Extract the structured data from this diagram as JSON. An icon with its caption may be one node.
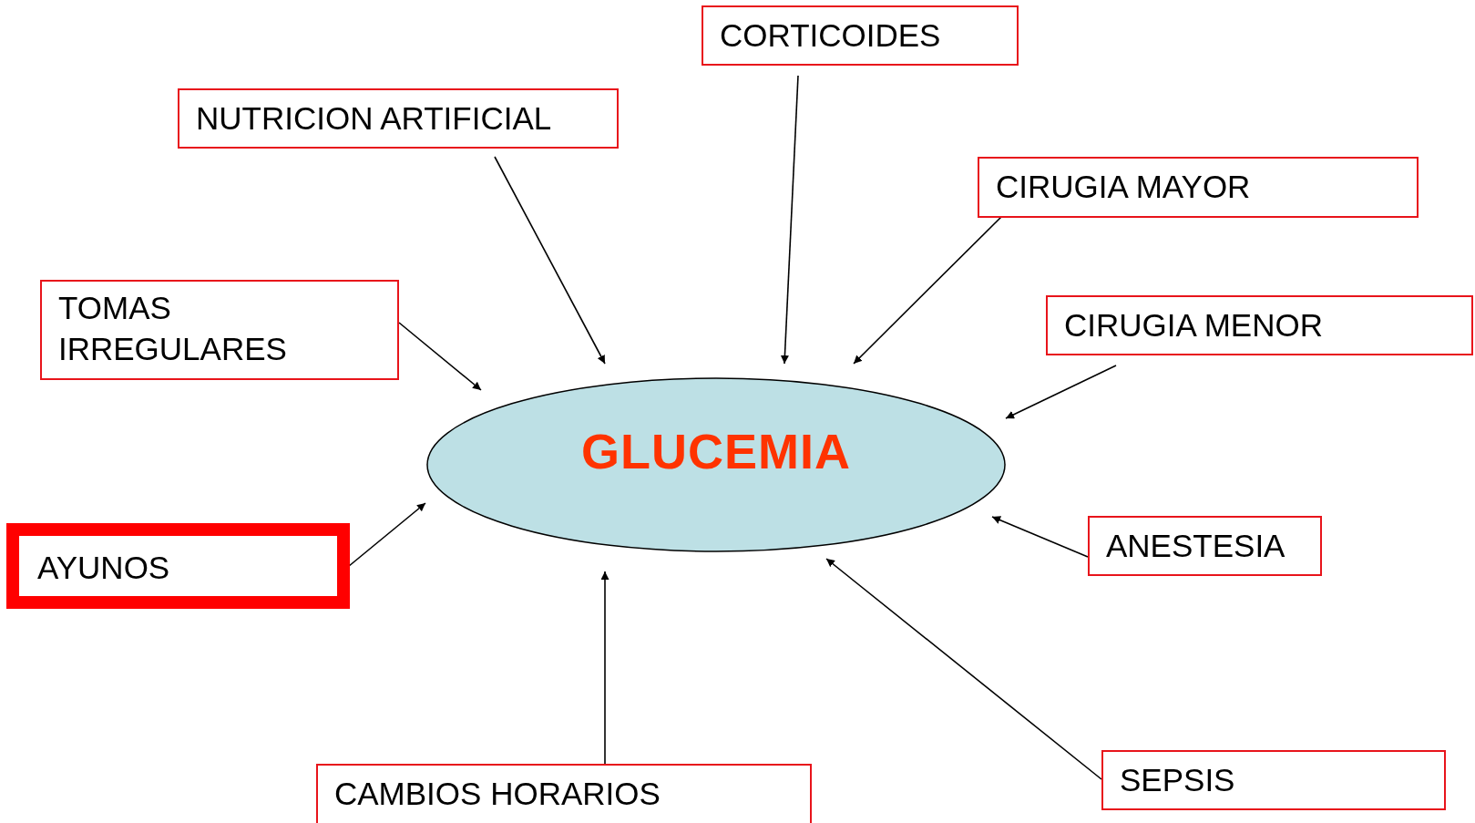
{
  "diagram": {
    "nodes": [
      {
        "text": [
          "CORTICOIDES"
        ]
      },
      {
        "text": [
          "NUTRICION ARTIFICIAL"
        ]
      },
      {
        "text": [
          "CIRUGIA MAYOR"
        ]
      },
      {
        "text": [
          "TOMAS IRREGULARES"
        ]
      },
      {
        "text": [
          "CIRUGIA MENOR"
        ]
      },
      {
        "text": [
          "GLUCEMIA"
        ]
      },
      {
        "text": [
          "AYUNOS"
        ]
      },
      {
        "text": [
          "ANESTESIA"
        ]
      },
      {
        "text": [
          "CAMBIOS HORARIOS"
        ]
      },
      {
        "text": [
          "SEPSIS"
        ]
      }
    ],
    "edges": [
      {
        "from": 1,
        "to": 5,
        "arrow": "to"
      },
      {
        "from": 0,
        "to": 5,
        "arrow": "to"
      },
      {
        "from": 2,
        "to": 5,
        "arrow": "to"
      },
      {
        "from": 3,
        "to": 5,
        "arrow": "to"
      },
      {
        "from": 4,
        "to": 5,
        "arrow": "to"
      },
      {
        "from": 6,
        "to": 5,
        "arrow": "to"
      },
      {
        "from": 7,
        "to": 5,
        "arrow": "to"
      },
      {
        "from": 8,
        "to": 5,
        "arrow": "to"
      },
      {
        "from": 9,
        "to": 5,
        "arrow": "to"
      }
    ]
  }
}
